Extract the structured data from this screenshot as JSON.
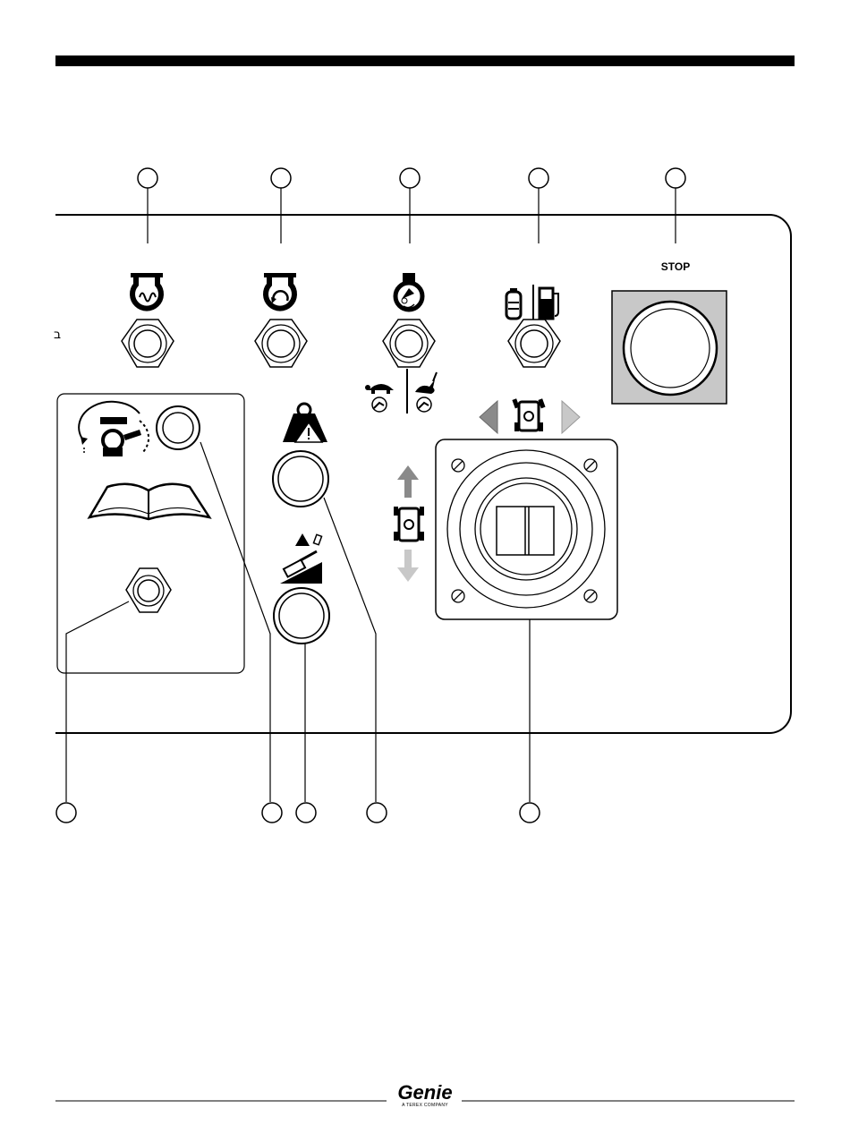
{
  "panel": {
    "stop_label": "STOP",
    "side_glyph": "ב"
  },
  "footer": {
    "logo_text": "Genie",
    "logo_tagline": "A TEREX COMPANY"
  },
  "icons": {
    "glow_plug": "glow-plug-icon",
    "engine_start": "engine-start-icon",
    "speed_select": "engine-speed-icon",
    "fuel_select": "fuel-select-icon",
    "turtle": "turtle-slow-icon",
    "rabbit": "rabbit-fast-icon",
    "rotate_book": "drive-enable-icon",
    "manual": "operator-manual-icon",
    "overload": "platform-overload-icon",
    "tilt": "tilt-alarm-icon",
    "steer": "steer-left-right-icon",
    "drive": "drive-forward-reverse-icon"
  },
  "colors": {
    "ink": "#000000",
    "stop_background": "#c8c8c8",
    "arrow_dark": "#8a8a8a",
    "arrow_light": "#c8c8c8"
  }
}
